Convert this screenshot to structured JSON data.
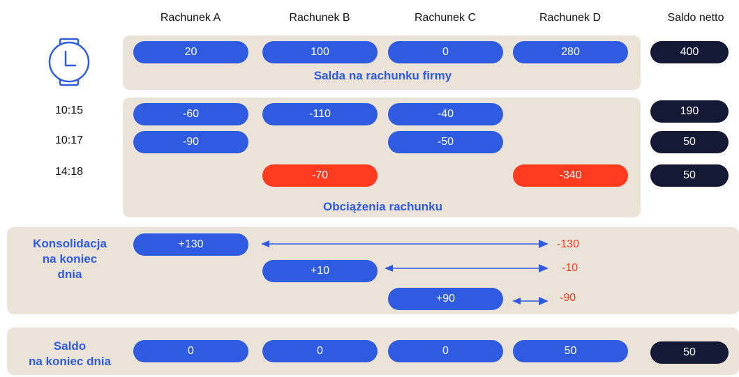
{
  "columns": [
    "Rachunek A",
    "Rachunek B",
    "Rachunek C",
    "Rachunek D",
    "Saldo netto"
  ],
  "icons": {
    "clock": "clock-icon",
    "arrow": "double-arrow-icon"
  },
  "colors": {
    "blue": "#2f5be0",
    "red": "#ff3a1f",
    "navy": "#141a35",
    "panel": "#ebe2d8"
  },
  "balances": {
    "values": [
      "20",
      "100",
      "0",
      "280"
    ],
    "net": "400",
    "label": "Salda na rachunku firmy"
  },
  "debits": {
    "label": "Obciążenia rachunku",
    "rows": [
      {
        "time": "10:15",
        "a": "-60",
        "b": "-110",
        "c": "-40",
        "d": "",
        "net": "190"
      },
      {
        "time": "10:17",
        "a": "-90",
        "b": "",
        "c": "-50",
        "d": "",
        "net": "50"
      },
      {
        "time": "14:18",
        "a": "",
        "b": "-70",
        "c": "",
        "d": "-340",
        "net": "50"
      }
    ]
  },
  "consolidation": {
    "label_line1": "Konsolidacja",
    "label_line2": "na koniec",
    "label_line3": "dnia",
    "transfers": [
      {
        "credit": "+130",
        "debit": "-130"
      },
      {
        "credit": "+10",
        "debit": "-10"
      },
      {
        "credit": "+90",
        "debit": "-90"
      }
    ]
  },
  "end_of_day": {
    "label_line1": "Saldo",
    "label_line2": "na koniec dnia",
    "values": [
      "0",
      "0",
      "0",
      "50"
    ],
    "net": "50"
  }
}
